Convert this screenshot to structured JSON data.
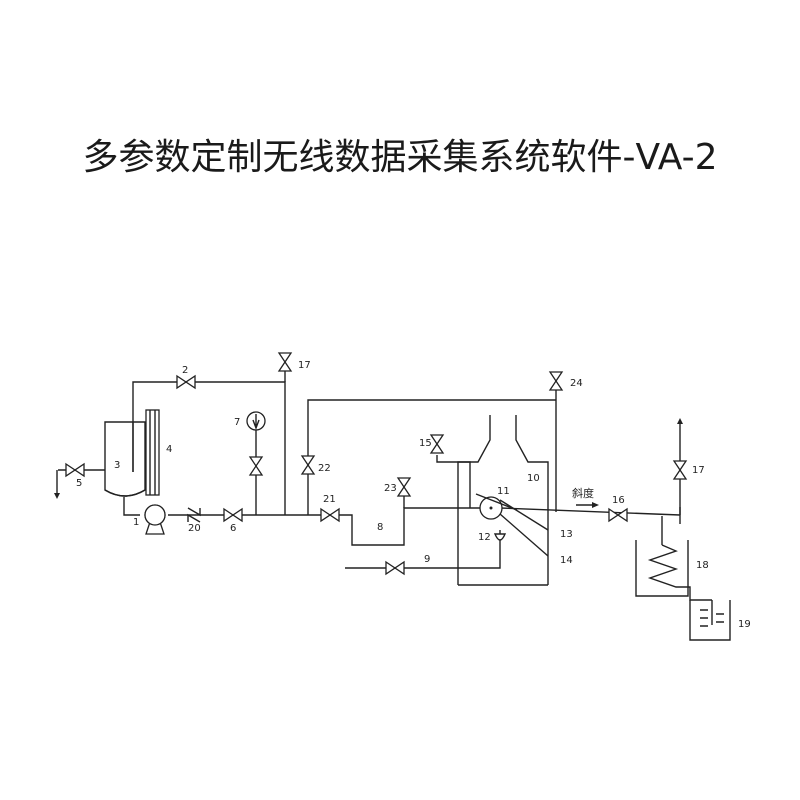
{
  "title": "多参数定制无线数据采集系统软件-VA-2",
  "diagram": {
    "labels": {
      "n1": "1",
      "n2": "2",
      "n3": "3",
      "n4": "4",
      "n5": "5",
      "n6": "6",
      "n7": "7",
      "n8": "8",
      "n9": "9",
      "n10": "10",
      "n11": "11",
      "n12": "12",
      "n13": "13",
      "n14": "14",
      "n15": "15",
      "n16": "16",
      "n17a": "17",
      "n17b": "17",
      "n18": "18",
      "n19": "19",
      "n20": "20",
      "n21": "21",
      "n22": "22",
      "n23": "23",
      "n24": "24",
      "slope": "斜度"
    }
  }
}
